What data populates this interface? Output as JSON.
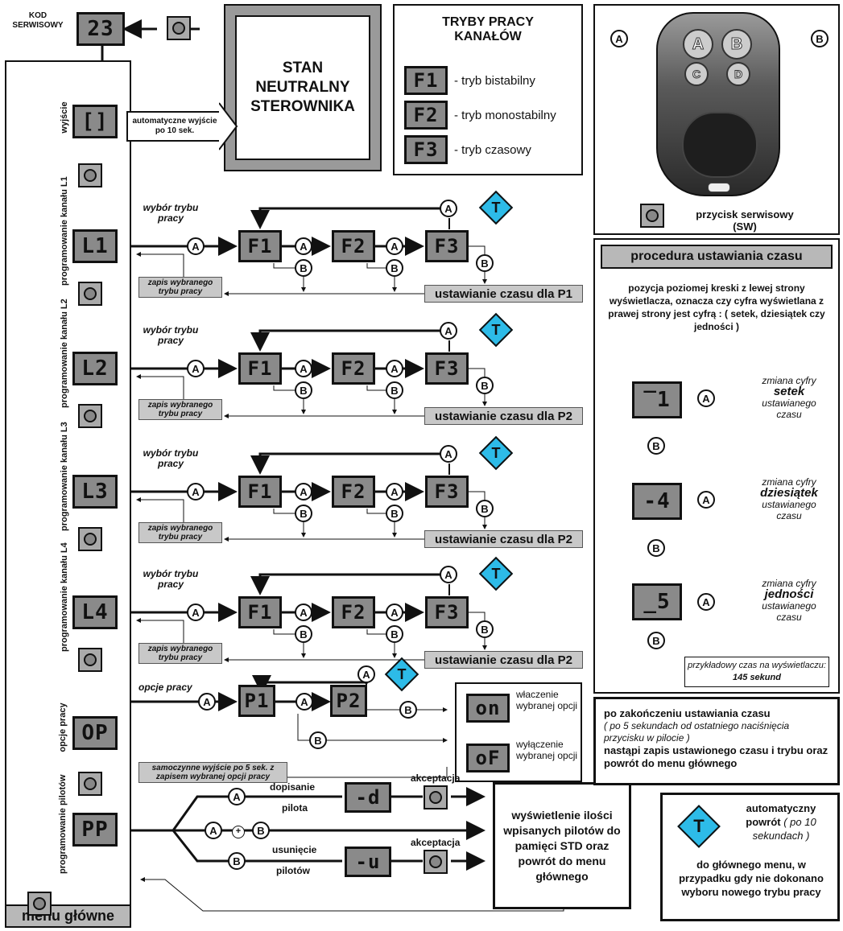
{
  "service_code": {
    "label": "KOD SERWISOWY",
    "display": "23"
  },
  "neutral_state": {
    "title": "STAN NEUTRALNY STEROWNIKA"
  },
  "modes": {
    "title": "TRYBY PRACY KANAŁÓW",
    "items": [
      {
        "display": "F1",
        "label": "- tryb bistabilny"
      },
      {
        "display": "F2",
        "label": "- tryb monostabilny"
      },
      {
        "display": "F3",
        "label": "- tryb czasowy"
      }
    ]
  },
  "remote": {
    "buttons": [
      "A",
      "B",
      "C",
      "D"
    ],
    "service_button_label": "przycisk serwisowy (SW)"
  },
  "main_menu": {
    "title": "menu główne",
    "exit": {
      "label": "wyjście",
      "display": "[]",
      "auto_exit": "automatyczne wyjście po 10 sek."
    },
    "channels": [
      {
        "label": "programowanie kanału L1",
        "display": "L1",
        "time_label": "ustawianie czasu dla P1"
      },
      {
        "label": "programowanie kanału L2",
        "display": "L2",
        "time_label": "ustawianie czasu dla P2"
      },
      {
        "label": "programowanie kanału L3",
        "display": "L3",
        "time_label": "ustawianie czasu dla P2"
      },
      {
        "label": "programowanie kanału L4",
        "display": "L4",
        "time_label": "ustawianie czasu dla P2"
      }
    ],
    "options": {
      "label": "opcje pracy",
      "display": "OP"
    },
    "pilots": {
      "label": "programowanie pilotów",
      "display": "PP"
    }
  },
  "channel_flow": {
    "mode_select": "wybór trybu pracy",
    "save_mode": "zapis wybranego trybu pracy",
    "modes": [
      "F1",
      "F2",
      "F3"
    ],
    "button_a": "A",
    "button_b": "B",
    "timeout_icon": "T"
  },
  "options_flow": {
    "label": "opcje pracy",
    "displays": [
      "P1",
      "P2"
    ],
    "on": {
      "display": "on",
      "label": "właczenie wybranej opcji"
    },
    "off": {
      "display": "oF",
      "label": "wyłączenie wybranej opcji"
    },
    "auto_exit": "samoczynne wyjście po 5 sek. z zapisem wybranej opcji pracy"
  },
  "pilots_flow": {
    "add_label_1": "dopisanie",
    "add_label_2": "pilota",
    "add_display": "-d",
    "remove_label_1": "usunięcie",
    "remove_label_2": "pilotów",
    "remove_display": "-u",
    "accept": "akceptacja",
    "plus": "+",
    "result": "wyświetlenie ilości wpisanych pilotów do pamięci STD oraz powrót do menu głównego"
  },
  "time_procedure": {
    "title": "procedura ustawiania czasu",
    "description": "pozycja poziomej kreski z lewej strony wyświetlacza, oznacza czy cyfra wyświetlana z prawej strony jest cyfrą : ( setek, dziesiątek czy jedności )",
    "steps": [
      {
        "display": "‾1",
        "pre": "zmiana cyfry",
        "unit": "setek",
        "post": "ustawianego czasu"
      },
      {
        "display": "-4",
        "pre": "zmiana cyfry",
        "unit": "dziesiątek",
        "post": "ustawianego czasu"
      },
      {
        "display": "_5",
        "pre": "zmiana cyfry",
        "unit": "jedności",
        "post": "ustawianego czasu"
      }
    ],
    "example_prefix": "przykładowy czas na wyświetlaczu:",
    "example_value": "145 sekund",
    "end_title": "po zakończeniu ustawiania czasu",
    "end_note": "( po 5 sekundach od ostatniego naciśnięcia przycisku w pilocie )",
    "end_result": "nastąpi zapis ustawionego czasu i trybu oraz powrót do menu głównego"
  },
  "auto_return": {
    "title": "automatyczny powrót",
    "note": "( po 10 sekundach )",
    "rest": "do głównego menu, w przypadku gdy nie dokonano wyboru nowego trybu pracy"
  },
  "colors": {
    "display": "#8a8a8a",
    "t_icon": "#2dbbe8",
    "bar": "#c8c8c8"
  }
}
